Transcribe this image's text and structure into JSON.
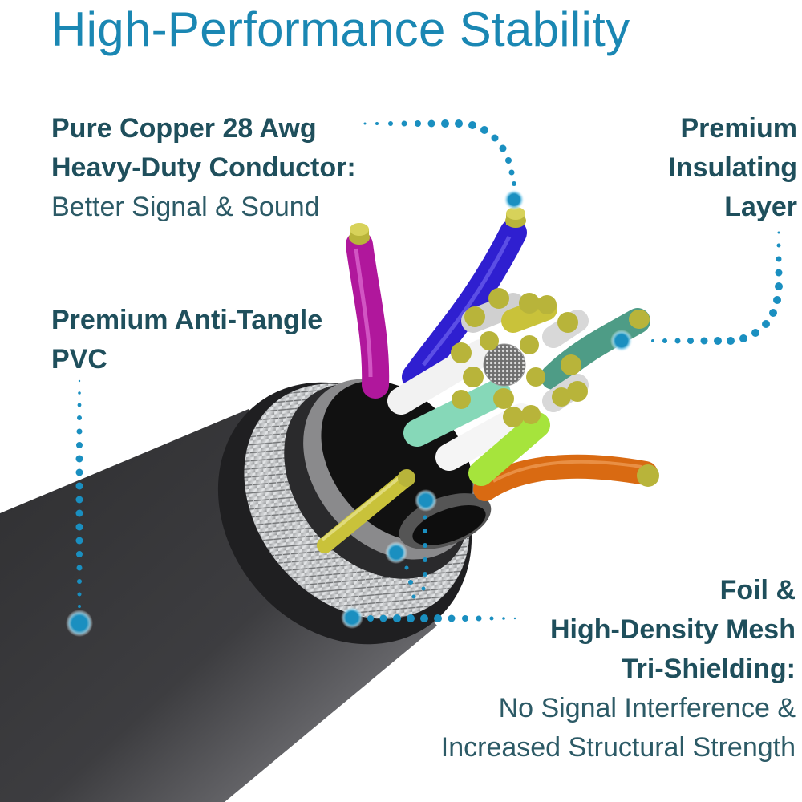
{
  "title": "High-Performance Stability",
  "callouts": {
    "conductor": {
      "heading_lines": [
        "Pure Copper 28 Awg",
        "Heavy-Duty Conductor:"
      ],
      "subtitle_lines": [
        "Better Signal & Sound"
      ]
    },
    "insulating": {
      "heading_lines": [
        "Premium",
        "Insulating",
        "Layer"
      ],
      "subtitle_lines": []
    },
    "pvc": {
      "heading_lines": [
        "Premium Anti-Tangle",
        "PVC"
      ],
      "subtitle_lines": []
    },
    "shielding": {
      "heading_lines": [
        "Foil &",
        "High-Density Mesh",
        "Tri-Shielding:"
      ],
      "subtitle_lines": [
        "No Signal Interference &",
        "Increased Structural Strength"
      ]
    }
  },
  "colors": {
    "title": "#1a87b3",
    "heading_text": "#1f4f5c",
    "leader_dots": "#1a8fc0",
    "cable_jacket": "#3c3c3e",
    "conductor_tip": "#b8b43a"
  },
  "wires": [
    {
      "name": "magenta",
      "color": "#b0179c"
    },
    {
      "name": "blue",
      "color": "#2f1fd0"
    },
    {
      "name": "teal",
      "color": "#4e9c86"
    },
    {
      "name": "orange",
      "color": "#d96a12"
    },
    {
      "name": "white",
      "color": "#eeeeee"
    },
    {
      "name": "mint",
      "color": "#86d8b8"
    },
    {
      "name": "lime",
      "color": "#a6e43c"
    },
    {
      "name": "yellow",
      "color": "#c9c23a"
    }
  ]
}
